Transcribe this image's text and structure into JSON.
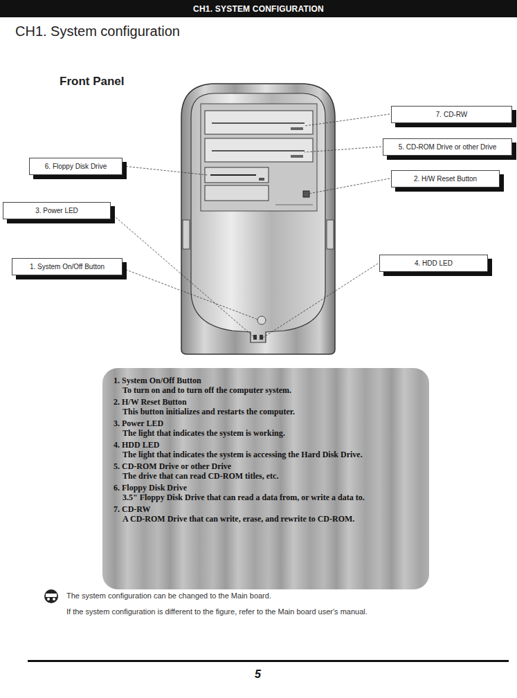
{
  "diagram": {
    "title": "CH1. System configuration",
    "nodes": [
      {
        "text": [
          "CH1. SYSTEM CONFIGURATION"
        ]
      },
      {
        "text": [
          "7. CD-RW"
        ]
      },
      {
        "text": [
          "5. CD-ROM Drive or other Drive"
        ]
      },
      {
        "text": [
          "6. Floppy Disk Drive"
        ]
      },
      {
        "text": [
          "2. H/W Reset Button"
        ]
      },
      {
        "text": [
          "3. Power LED"
        ]
      },
      {
        "text": [
          "4. HDD LED"
        ]
      },
      {
        "text": [
          "1. System On/Off Button"
        ]
      },
      {
        "text": [
          "1. System On/Off Button",
          "To turn on and to turn off the computer system.",
          "2. H/W Reset Button",
          "This button initializes and restarts the computer.",
          "3. Power LED",
          "The light that indicates the system is working.",
          "4. HDD LED",
          "The light that indicates the system is accessing the Hard Disk Drive.",
          "5. CD-ROM Drive or other Drive",
          "The drive that can read CD-ROM titles, etc.",
          "6. Floppy Disk Drive",
          "3.5\" Floppy Disk Drive that can read a data from, or write a data to.",
          "7. CD-RW",
          "A CD-ROM Drive that can write, erase, and rewrite to CD-ROM."
        ]
      }
    ],
    "labels": [
      "Front Panel",
      "The system configuration can be changed to the Main board.",
      "If the system configuration is different to the figure, refer to the Main board user's manual.",
      "5"
    ]
  }
}
